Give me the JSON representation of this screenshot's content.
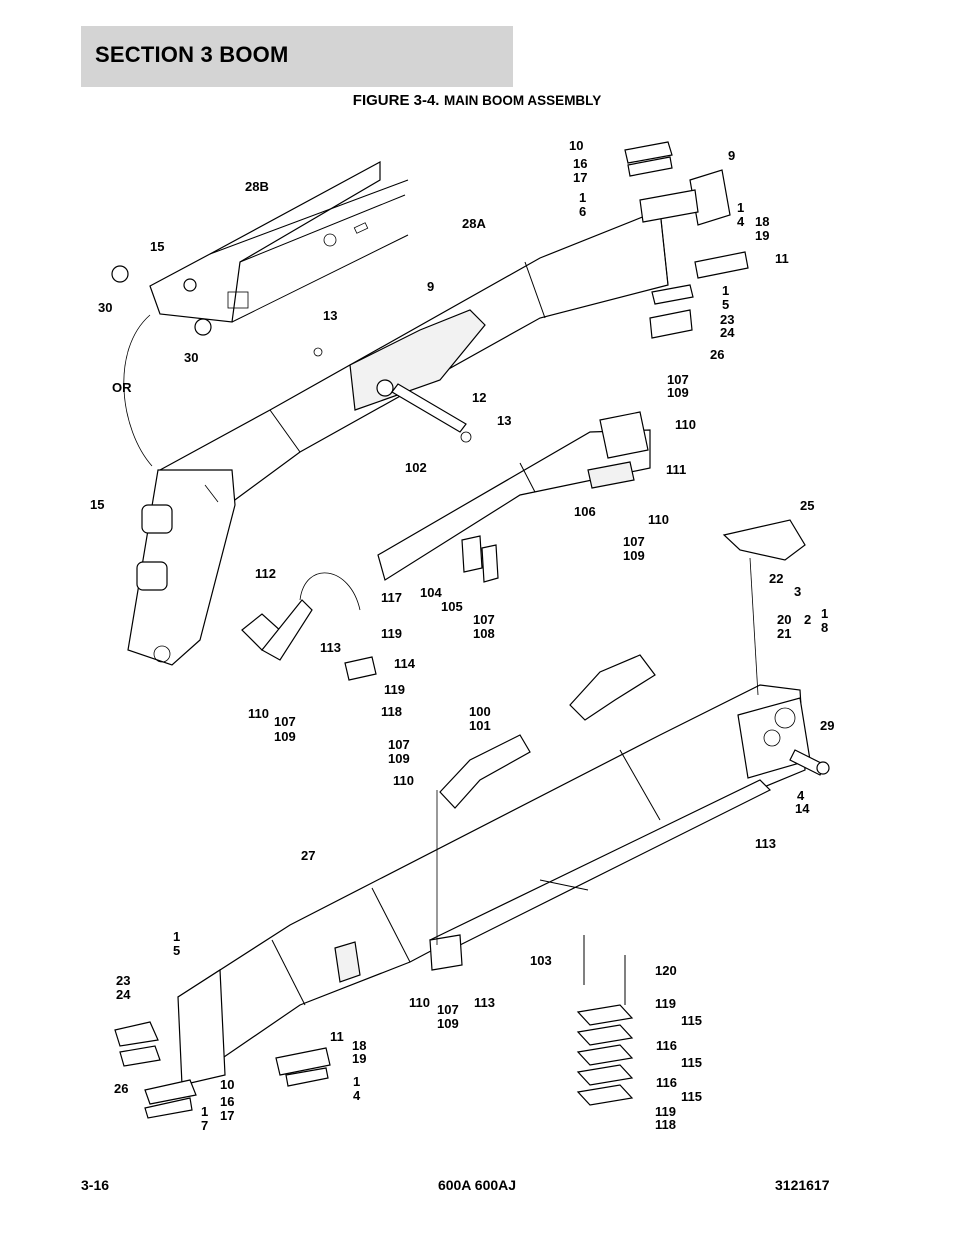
{
  "header": {
    "section": "SECTION 3   BOOM"
  },
  "figure": {
    "number": "FIGURE 3-4.",
    "title": "MAIN BOOM ASSEMBLY"
  },
  "callouts": [
    "10",
    "16",
    "17",
    "9",
    "28B",
    "1",
    "6",
    "1",
    "4",
    "18",
    "19",
    "28A",
    "11",
    "15",
    "1",
    "5",
    "23",
    "24",
    "30",
    "30",
    "9",
    "13",
    "26",
    "OR",
    "107",
    "109",
    "12",
    "13",
    "110",
    "102",
    "111",
    "15",
    "106",
    "110",
    "107",
    "109",
    "25",
    "112",
    "22",
    "3",
    "117",
    "20",
    "21",
    "2",
    "1",
    "8",
    "104",
    "105",
    "107",
    "108",
    "119",
    "113",
    "114",
    "119",
    "118",
    "110",
    "107",
    "109",
    "100",
    "101",
    "29",
    "107",
    "109",
    "110",
    "4",
    "14",
    "113",
    "27",
    "1",
    "5",
    "103",
    "23",
    "24",
    "120",
    "110",
    "107",
    "109",
    "113",
    "119",
    "115",
    "26",
    "11",
    "18",
    "19",
    "116",
    "115",
    "1",
    "4",
    "10",
    "116",
    "16",
    "17",
    "1",
    "7",
    "115",
    "119",
    "118"
  ],
  "footer": {
    "page": "3-16",
    "model": "600A 600AJ",
    "doc": "3121617"
  }
}
